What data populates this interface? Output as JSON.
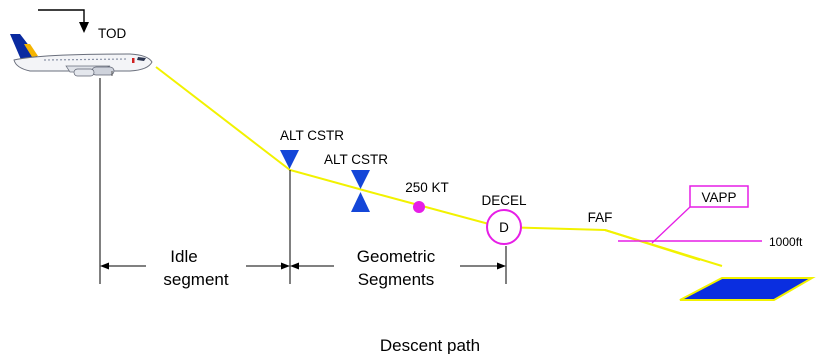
{
  "caption": "Descent path",
  "labels": {
    "tod": "TOD",
    "alt_cstr_1": "ALT CSTR",
    "alt_cstr_2": "ALT CSTR",
    "speed": "250 KT",
    "decel": "DECEL",
    "decel_symbol": "D",
    "faf": "FAF",
    "vapp": "VAPP",
    "altitude": "1000ft"
  },
  "segments": {
    "idle_line1": "Idle",
    "idle_line2": "segment",
    "geometric_line1": "Geometric",
    "geometric_line2": "Segments"
  },
  "colors": {
    "path": "#f2f200",
    "constraint": "#1446d8",
    "magenta": "#e61ee6",
    "runway_fill": "#0a2ee0",
    "runway_edge": "#f2f200",
    "airline_tail": "#0a2aa0",
    "airline_accent": "#f5b400"
  },
  "icons": {
    "aircraft": "airliner-side-view-icon",
    "constraint_at_or_below": "triangle-down-icon",
    "constraint_window": "hourglass-icon",
    "speed_constraint": "magenta-dot-icon",
    "decel_point": "circled-d-icon",
    "runway": "runway-parallelogram-icon"
  }
}
